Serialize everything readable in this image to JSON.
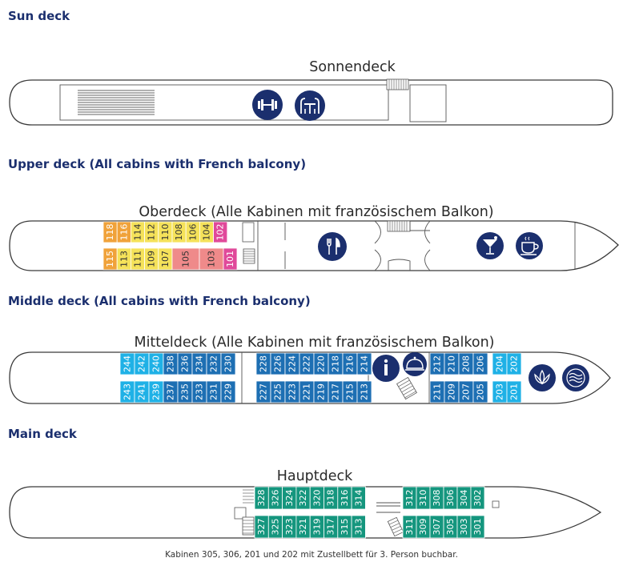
{
  "decks": [
    {
      "heading": "Sun deck",
      "title": "Sonnendeck",
      "icons": [
        "dumbbell-icon",
        "sun-deck-lounge-icon"
      ],
      "top_cabins": [],
      "bottom_cabins": []
    },
    {
      "heading": "Upper deck (All cabins with French balcony)",
      "title": "Oberdeck (Alle Kabinen mit französischem Balkon)",
      "icons": [
        "restaurant-icon",
        "cocktail-icon",
        "coffee-cup-icon"
      ],
      "top_cabins": [
        "118",
        "116",
        "114",
        "112",
        "110",
        "108",
        "106",
        "104",
        "102"
      ],
      "bottom_cabins": [
        "115",
        "113",
        "111",
        "109",
        "107",
        "105",
        "103",
        "101"
      ]
    },
    {
      "heading": "Middle deck (All cabins with French balcony)",
      "title": "Mitteldeck (Alle Kabinen mit französischem Balkon)",
      "icons": [
        "info-icon",
        "reception-bell-icon",
        "spa-lotus-icon",
        "wellness-waves-icon"
      ],
      "top_cabins": [
        "244",
        "242",
        "240",
        "238",
        "236",
        "234",
        "232",
        "230",
        "228",
        "226",
        "224",
        "222",
        "220",
        "218",
        "216",
        "214",
        "212",
        "210",
        "208",
        "206",
        "204",
        "202"
      ],
      "bottom_cabins": [
        "243",
        "241",
        "239",
        "237",
        "235",
        "233",
        "231",
        "229",
        "227",
        "225",
        "223",
        "221",
        "219",
        "217",
        "215",
        "213",
        "211",
        "209",
        "207",
        "205",
        "203",
        "201"
      ]
    },
    {
      "heading": "Main deck",
      "title": "Hauptdeck",
      "icons": [],
      "top_cabins": [
        "328",
        "326",
        "324",
        "322",
        "320",
        "318",
        "316",
        "314",
        "312",
        "310",
        "308",
        "306",
        "304",
        "302"
      ],
      "bottom_cabins": [
        "327",
        "325",
        "323",
        "321",
        "319",
        "317",
        "315",
        "313",
        "311",
        "309",
        "307",
        "305",
        "303",
        "301"
      ]
    }
  ],
  "category_colors": {
    "orange": "#f0a23a",
    "yellow": "#f5e25a",
    "salmon": "#ef8a8a",
    "pink": "#e0499a",
    "cyan": "#1fb1e6",
    "blue": "#1d6fb3",
    "green": "#15967e",
    "navy": "#1b2f6e"
  },
  "footnote": "Kabinen 305, 306, 201 und 202 mit Zustellbett für 3. Person buchbar."
}
